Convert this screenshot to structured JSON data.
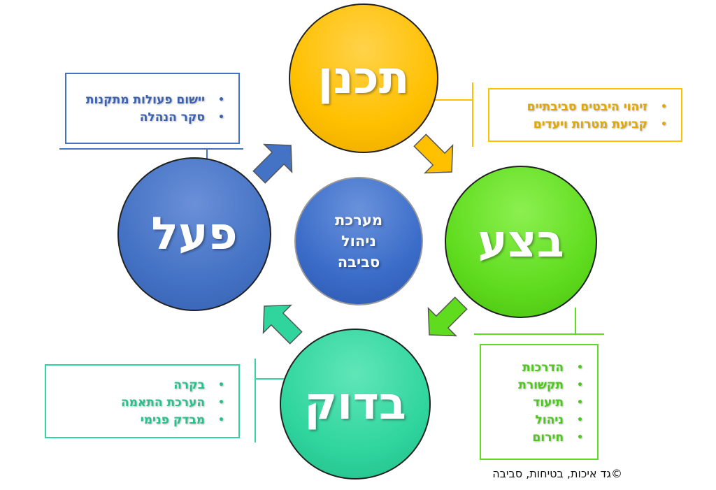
{
  "center": {
    "lines": [
      "מערכת",
      "ניהול",
      "סביבה"
    ]
  },
  "stages": {
    "plan": {
      "label": "תכנן",
      "color": "#FFC000",
      "items": [
        "זיהוי היבטים סביבתיים",
        "קביעת מטרות ויעדים"
      ]
    },
    "do": {
      "label": "בצע",
      "color": "#5FDC1E",
      "items": [
        "הדרכות",
        "תקשורת",
        "תיעוד",
        "ניהול",
        "חירום"
      ]
    },
    "check": {
      "label": "בדוק",
      "color": "#30D59E",
      "items": [
        "בקרה",
        "הערכת התאמה",
        "מבדק פנימי"
      ]
    },
    "act": {
      "label": "פעל",
      "color": "#4472C4",
      "items": [
        "יישום פעולות מתקנות",
        "סקר הנהלה"
      ]
    }
  },
  "copyright": "©גד איכות, בטיחות, סביבה"
}
